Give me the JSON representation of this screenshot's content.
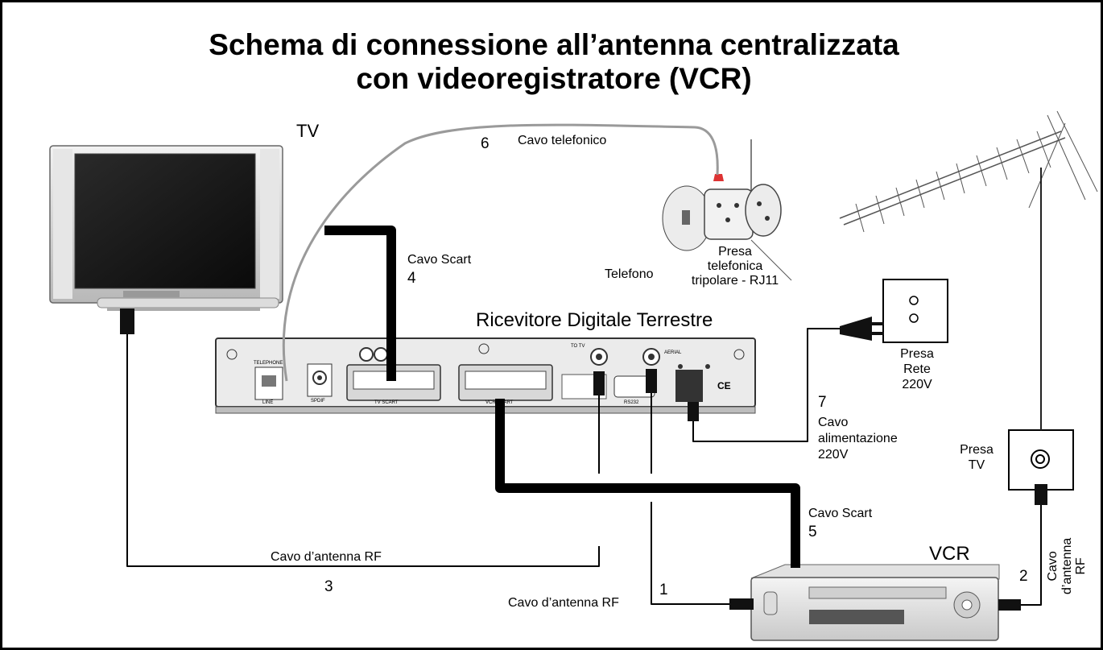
{
  "title": {
    "line1": "Schema di connessione all’antenna centralizzata",
    "line2": "con videoregistratore (VCR)"
  },
  "devices": {
    "tv": "TV",
    "receiver": "Ricevitore Digitale Terrestre",
    "vcr": "VCR"
  },
  "connections": {
    "c1": {
      "number": "1",
      "label": "Cavo d’antenna RF"
    },
    "c2": {
      "number": "2",
      "label_line1": "Cavo",
      "label_line2": "d’antenna RF"
    },
    "c3": {
      "number": "3",
      "label": "Cavo d’antenna RF"
    },
    "c4": {
      "number": "4",
      "label": "Cavo Scart"
    },
    "c5": {
      "number": "5",
      "label": "Cavo Scart"
    },
    "c6": {
      "number": "6",
      "label": "Cavo telefonico"
    },
    "c7": {
      "number": "7",
      "label_line1": "Cavo",
      "label_line2": "alimentazione",
      "label_line3": "220V"
    }
  },
  "outlets": {
    "phone": "Telefono",
    "phone_socket_line1": "Presa",
    "phone_socket_line2": "telefonica",
    "phone_socket_line3": "tripolare - RJ11",
    "mains_line1": "Presa",
    "mains_line2": "Rete",
    "mains_line3": "220V",
    "tv_socket_line1": "Presa",
    "tv_socket_line2": "TV"
  },
  "receiver_panel": {
    "telephone": "TELEPHONE",
    "line": "LINE",
    "spdif": "SPDIF",
    "tv_scart": "TV SCART",
    "vcr_scart": "VCR SCART",
    "to_tv": "TO TV",
    "aerial": "AERIAL",
    "rs232": "RS232",
    "ce": "CE"
  }
}
